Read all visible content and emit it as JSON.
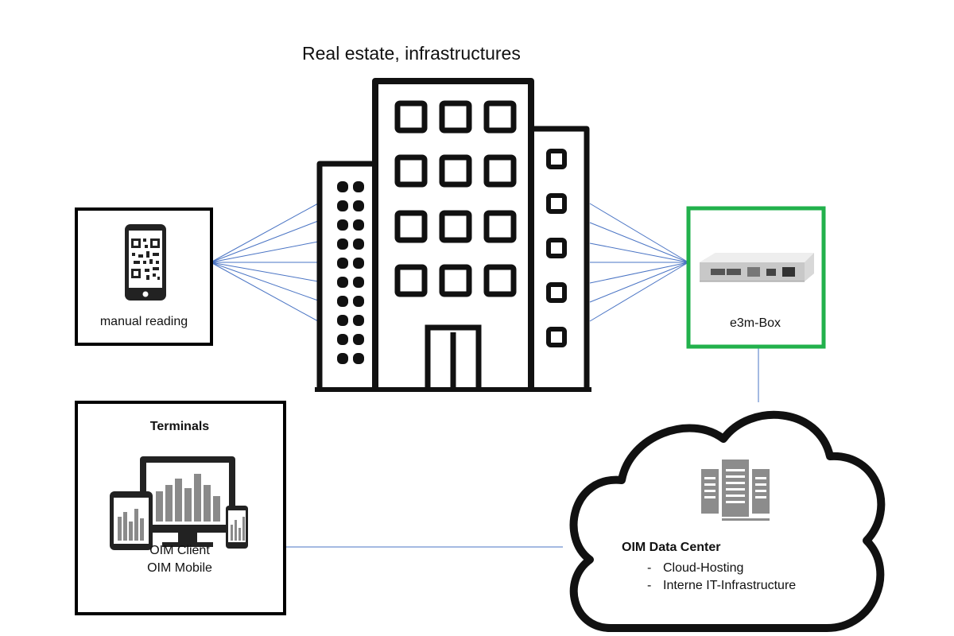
{
  "title": "Real estate, infrastructures",
  "manual_reading": {
    "label": "manual reading"
  },
  "e3m_box": {
    "label": "e3m-Box",
    "border_color": "#22b14c"
  },
  "terminals": {
    "title": "Terminals",
    "lines": [
      "OIM Client",
      "OIM Mobile"
    ]
  },
  "data_center": {
    "title": "OIM Data Center",
    "items": [
      "Cloud-Hosting",
      "Interne IT-Infrastructure"
    ]
  },
  "colors": {
    "connector": "#4a74c4",
    "box_border": "#000000",
    "accent_green": "#22b14c",
    "server_gray": "#8c8c8c"
  }
}
